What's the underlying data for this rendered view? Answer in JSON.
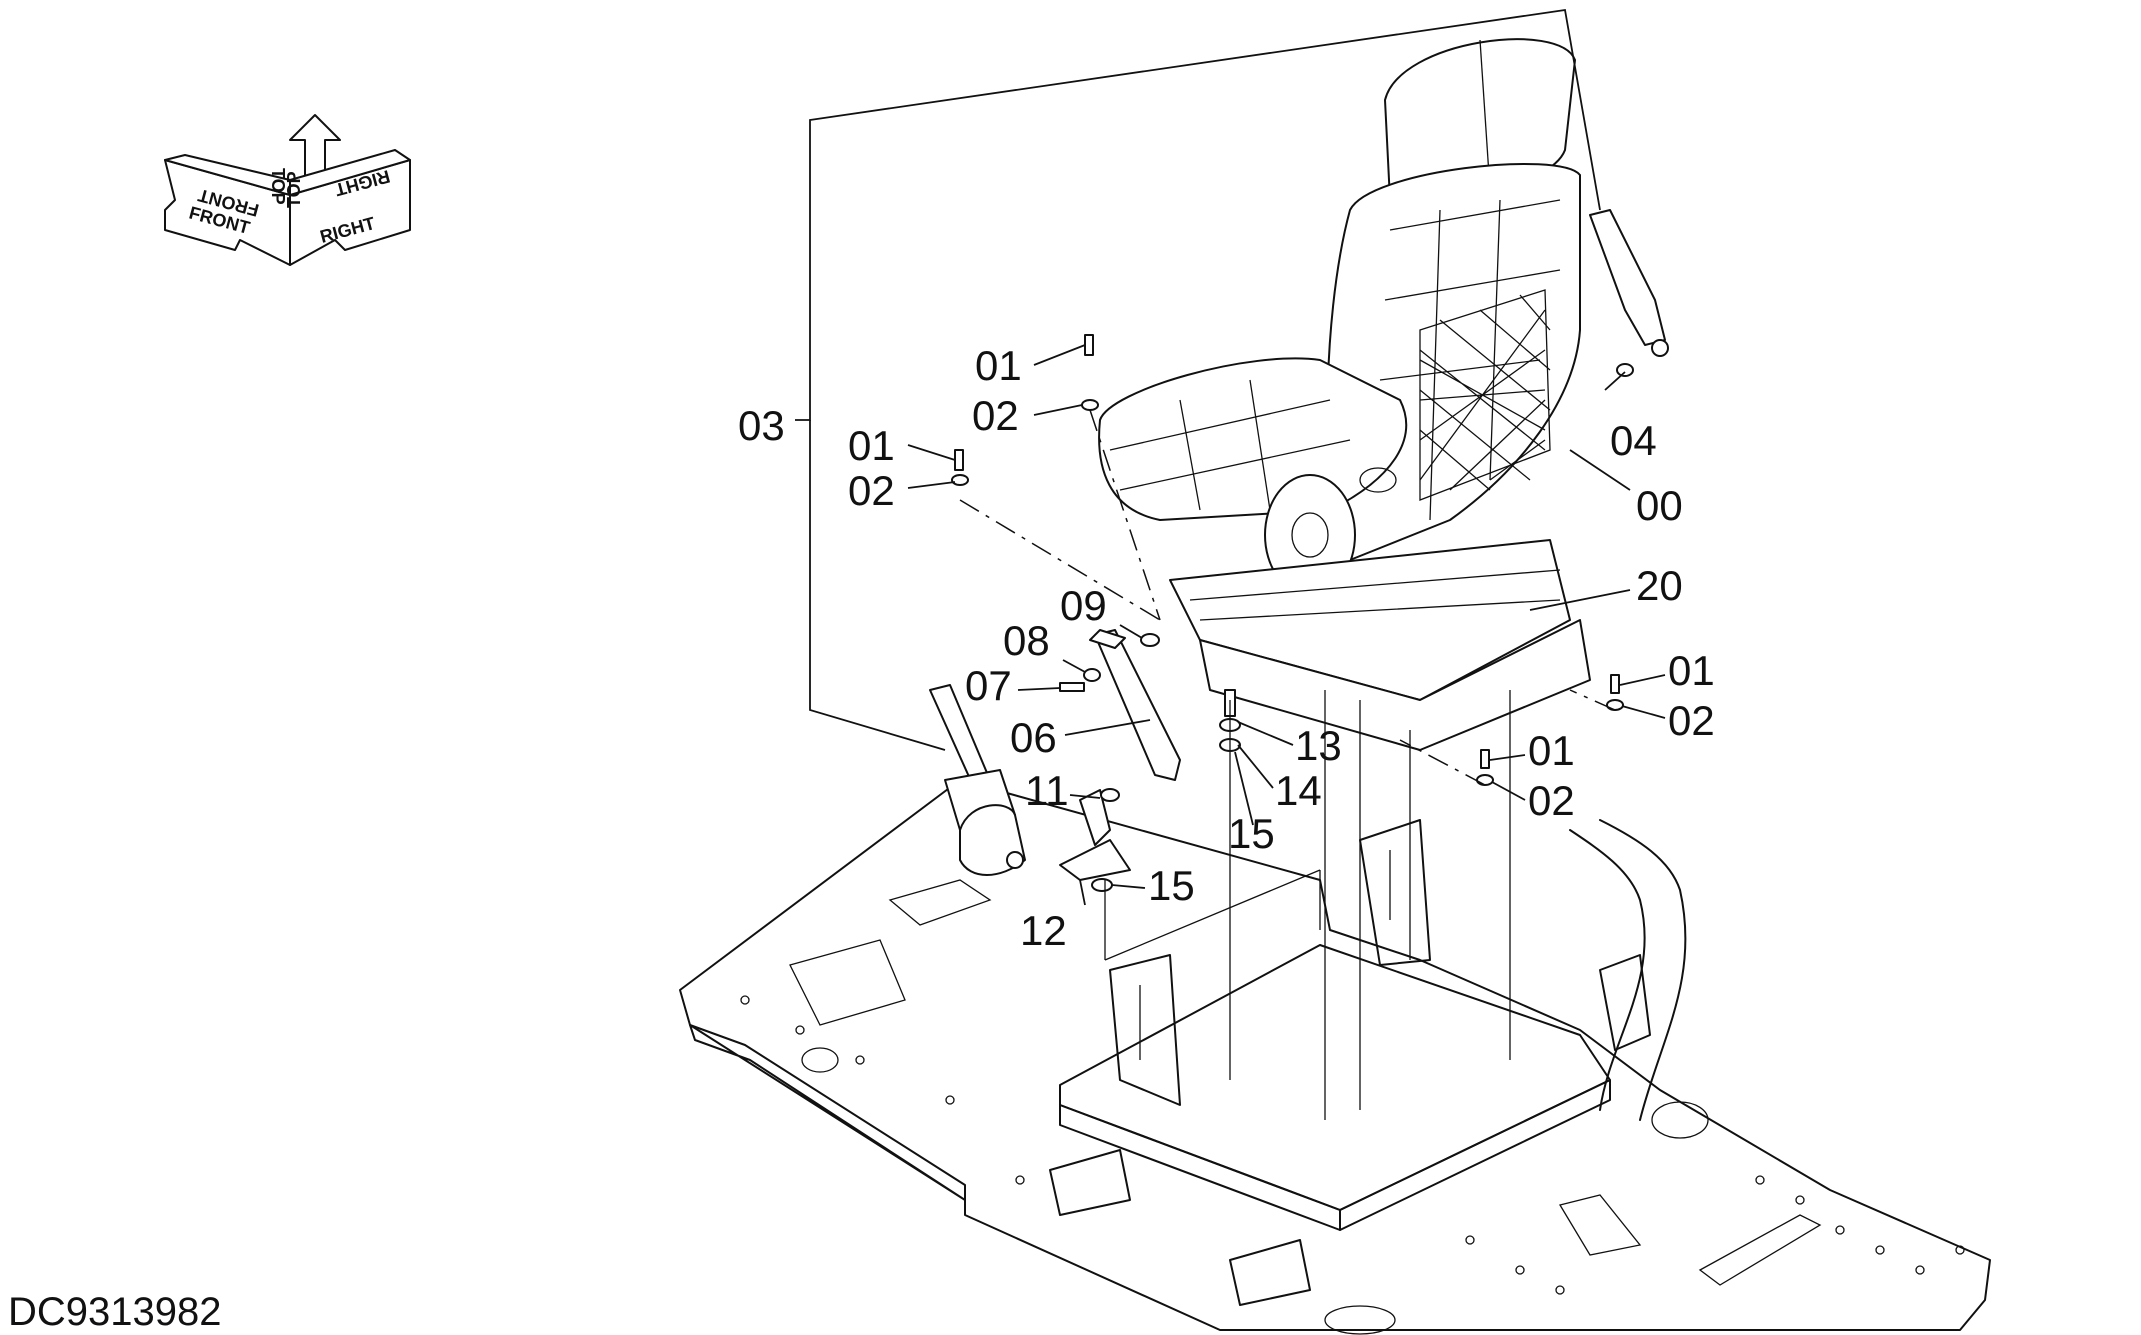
{
  "orientation": {
    "front": "FRONT",
    "top": "TOP",
    "right": "RIGHT"
  },
  "document_id": "DC9313982",
  "callouts": {
    "seat_assembly": "00",
    "bolt_seat_front_left": "01",
    "washer_seat_front_left": "02",
    "bolt_seat_rear_left": "01",
    "washer_seat_rear_left": "02",
    "bolt_seat_right": "01",
    "washer_seat_right": "02",
    "bolt_seat_front_right": "01",
    "washer_seat_front_right": "02",
    "seat_belt": "03",
    "seat_belt_nut": "04",
    "bracket": "06",
    "bracket_bolt": "07",
    "bracket_washer": "08",
    "bracket_spacer": "09",
    "buckle_washer": "11",
    "buckle": "12",
    "bolt_13": "13",
    "washer_14": "14",
    "washer_15_upper": "15",
    "washer_15_lower": "15",
    "suspension": "20"
  }
}
